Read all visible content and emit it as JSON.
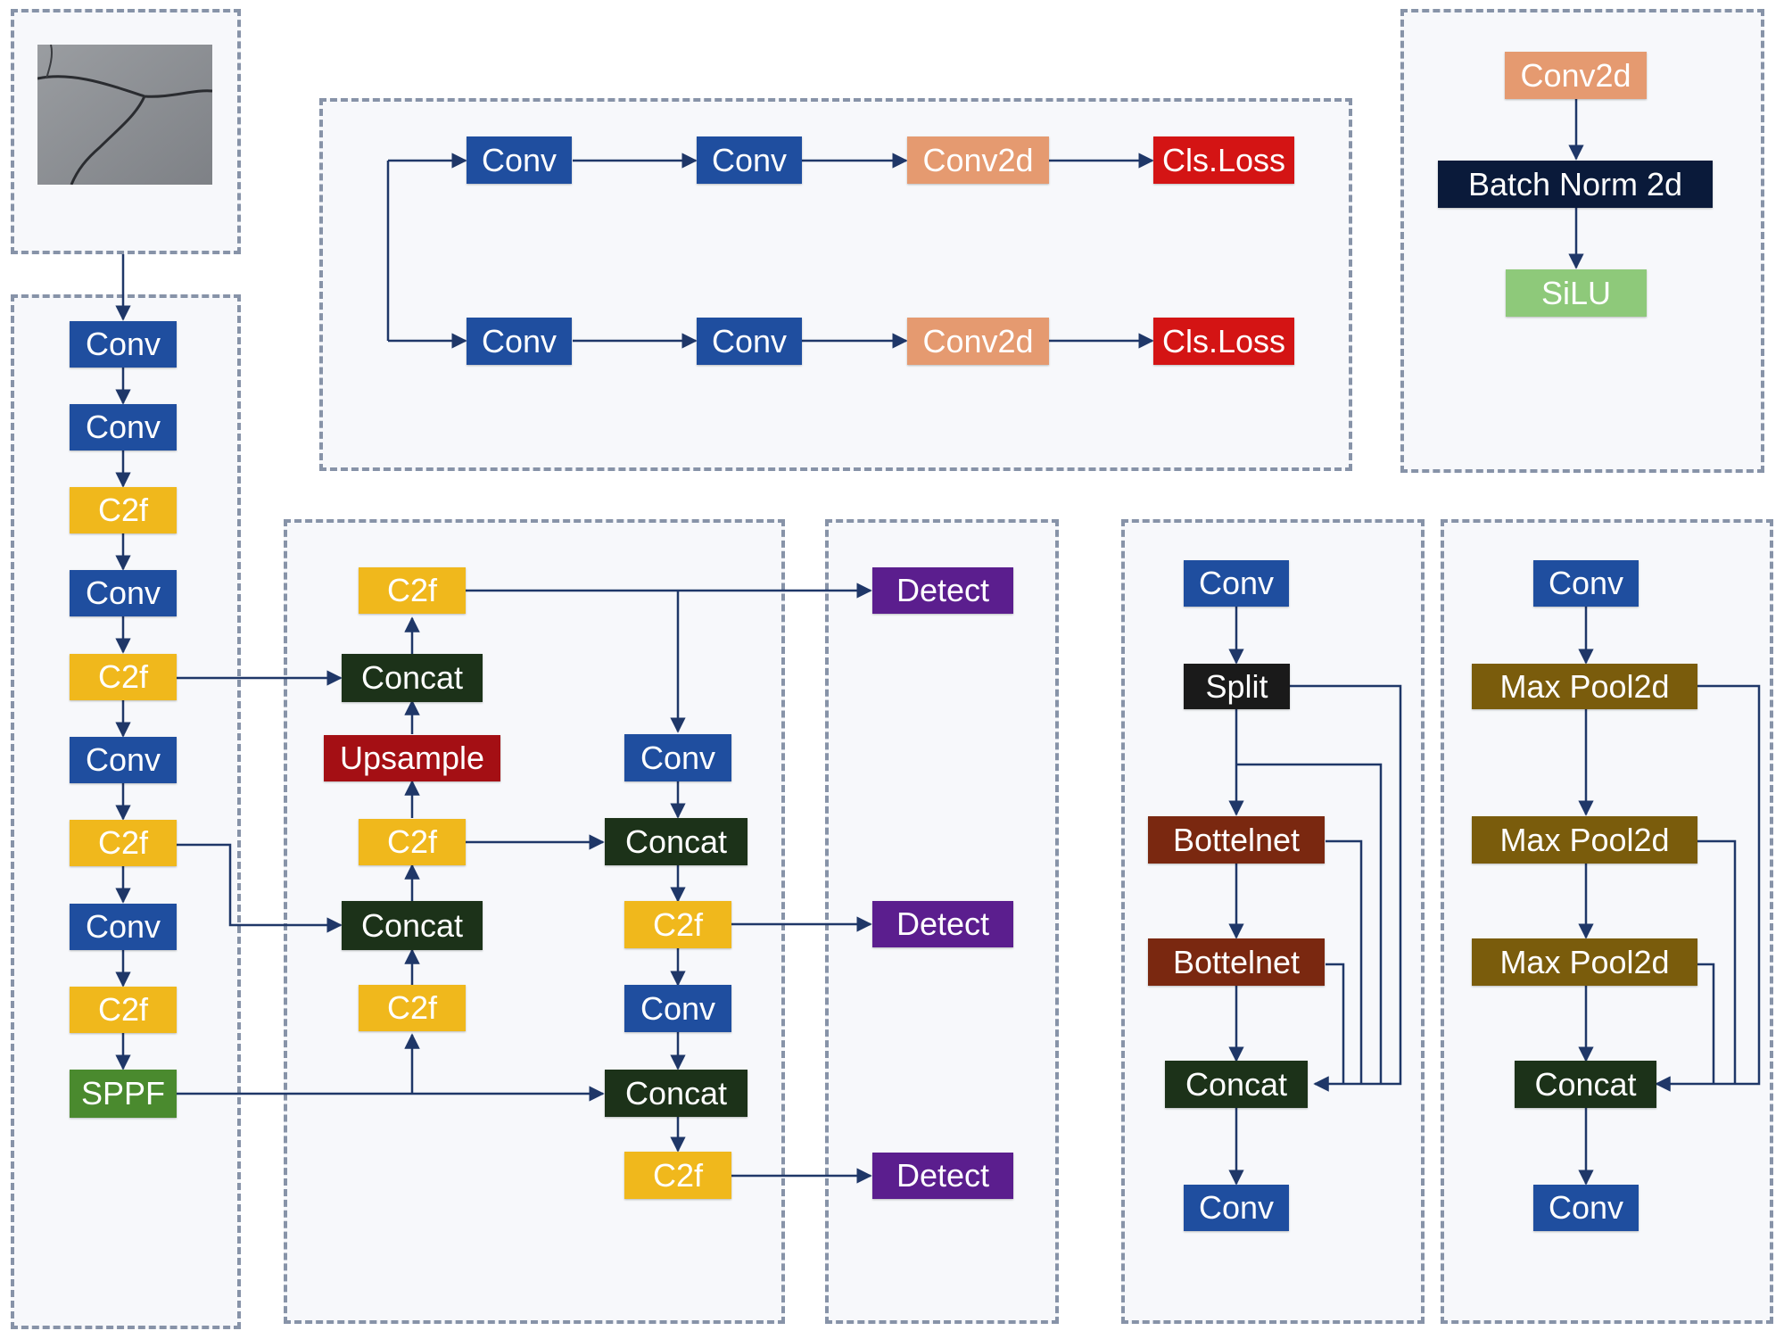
{
  "backbone": {
    "layers": [
      "Conv",
      "Conv",
      "C2f",
      "Conv",
      "C2f",
      "Conv",
      "C2f",
      "Conv",
      "C2f",
      "SPPF"
    ]
  },
  "head": {
    "top": {
      "c2f": "C2f",
      "concat": "Concat"
    },
    "upsample": "Upsample",
    "middle": {
      "c2f": "C2f",
      "concat": "Concat"
    },
    "bottom": {
      "c2f": "C2f"
    },
    "right": [
      "Conv",
      "Concat",
      "C2f",
      "Conv",
      "Concat",
      "C2f"
    ]
  },
  "detect": [
    "Detect",
    "Detect",
    "Detect"
  ],
  "loss": {
    "rows": [
      [
        "Conv",
        "Conv",
        "Conv2d",
        "Cls.Loss"
      ],
      [
        "Conv",
        "Conv",
        "Conv2d",
        "Cls.Loss"
      ]
    ]
  },
  "conv_block": [
    "Conv2d",
    "Batch Norm 2d",
    "SiLU"
  ],
  "c2f_block": [
    "Conv",
    "Split",
    "Bottelnet",
    "Bottelnet",
    "Concat",
    "Conv"
  ],
  "sppf_block": [
    "Conv",
    "Max Pool2d",
    "Max Pool2d",
    "Max Pool2d",
    "Concat",
    "Conv"
  ],
  "colors": {
    "conv": "#1f4e9f",
    "c2f": "#f0b81c",
    "sppf": "#4a8a2e",
    "concat": "#1c3219",
    "upsample": "#a40f14",
    "detect": "#5b1e8e",
    "conv2d": "#e59a70",
    "cls_loss": "#d41414",
    "batch_norm": "#0a1a3a",
    "silu": "#8ec97a",
    "split": "#1a1a1a",
    "bottleneck": "#7a2810",
    "max_pool": "#7a5c0c",
    "arrow": "#1f3768",
    "panel_border": "#8793a8"
  }
}
